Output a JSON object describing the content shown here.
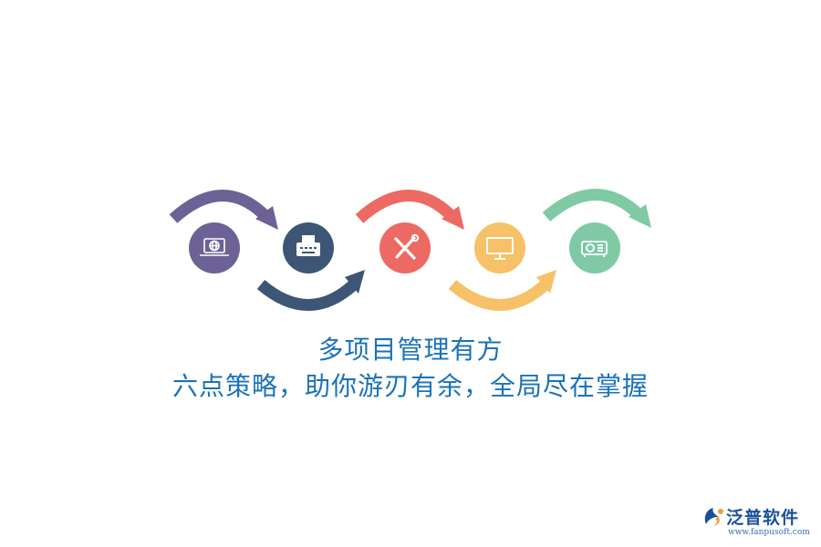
{
  "steps": [
    {
      "icon": "laptop-globe-icon",
      "color": "#6d6296"
    },
    {
      "icon": "typewriter-icon",
      "color": "#3d5676"
    },
    {
      "icon": "tools-icon",
      "color": "#ec6a63"
    },
    {
      "icon": "monitor-icon",
      "color": "#f6c168"
    },
    {
      "icon": "projector-icon",
      "color": "#7fcaa5"
    }
  ],
  "headline": {
    "line1": "多项目管理有方",
    "line2": "六点策略，助你游刃有余，全局尽在掌握"
  },
  "brand": {
    "name": "泛普软件",
    "url": "www.fanpusoft.com",
    "colors": {
      "primary": "#1b4f9c",
      "accent": "#f29b3a"
    }
  },
  "colors": {
    "text": "#1a72b8",
    "icon": "#ffffff"
  }
}
